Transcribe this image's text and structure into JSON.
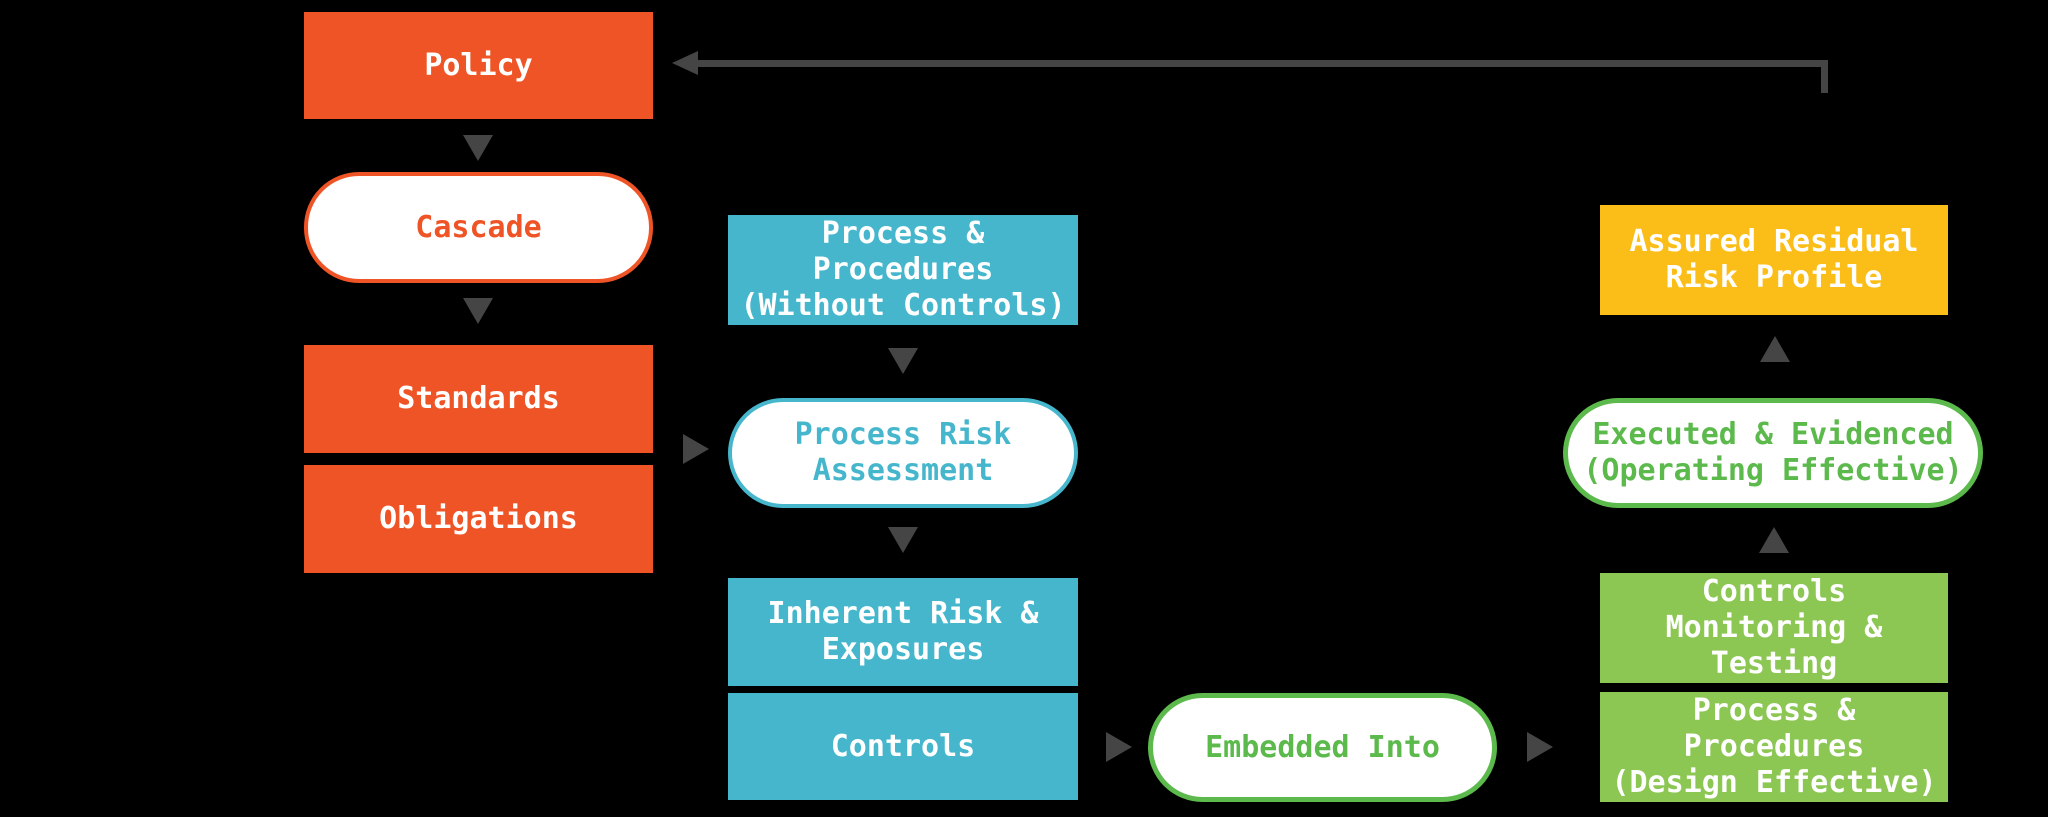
{
  "nodes": {
    "policy": "Policy",
    "cascade": "Cascade",
    "standards": "Standards",
    "obligations": "Obligations",
    "process_procedures_without_controls": "Process &\nProcedures\n(Without Controls)",
    "process_risk_assessment": "Process Risk\nAssessment",
    "inherent_risk_exposures": "Inherent Risk &\nExposures",
    "controls": "Controls",
    "embedded_into": "Embedded Into",
    "assured_residual_risk_profile": "Assured Residual\nRisk Profile",
    "executed_evidenced": "Executed & Evidenced\n(Operating Effective)",
    "controls_monitoring_testing": "Controls\nMonitoring &\nTesting",
    "process_procedures_design_effective": "Process &\nProcedures\n(Design Effective)"
  },
  "colors": {
    "orange": "#EE5425",
    "teal": "#45B6CC",
    "green_fill": "#8CC653",
    "green_accent": "#5CB94C",
    "yellow": "#FBBE18",
    "arrow_gray": "#454545",
    "background": "#000000",
    "text_on_fill": "#FFFFFF"
  }
}
